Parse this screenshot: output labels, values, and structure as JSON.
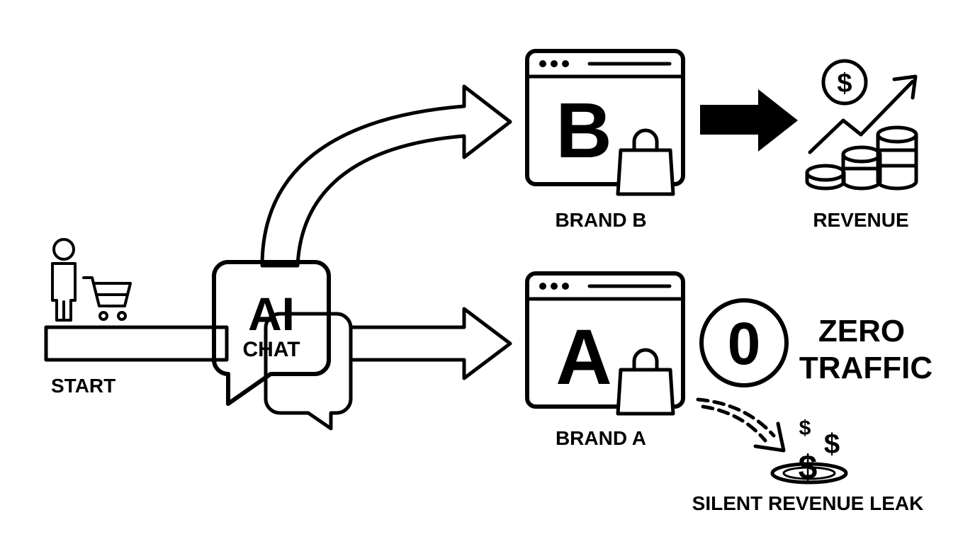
{
  "diagram": {
    "start_label": "START",
    "ai_chat": {
      "title": "AI",
      "subtitle": "CHAT"
    },
    "brand_b": {
      "letter": "B",
      "label": "BRAND B"
    },
    "brand_a": {
      "letter": "A",
      "label": "BRAND A"
    },
    "revenue_label": "REVENUE",
    "zero_traffic": {
      "digit": "0",
      "line1": "ZERO",
      "line2": "TRAFFIC"
    },
    "leak_label": "SILENT REVENUE LEAK",
    "dollar_sign": "$",
    "icons": [
      "person-icon",
      "shopping-cart-icon",
      "chat-bubble-icon",
      "browser-window-icon",
      "shopping-bag-icon",
      "money-growth-icon",
      "coin-stack-icon",
      "dollar-leak-icon"
    ],
    "colors": {
      "ink": "#000000",
      "paper": "#ffffff"
    }
  }
}
